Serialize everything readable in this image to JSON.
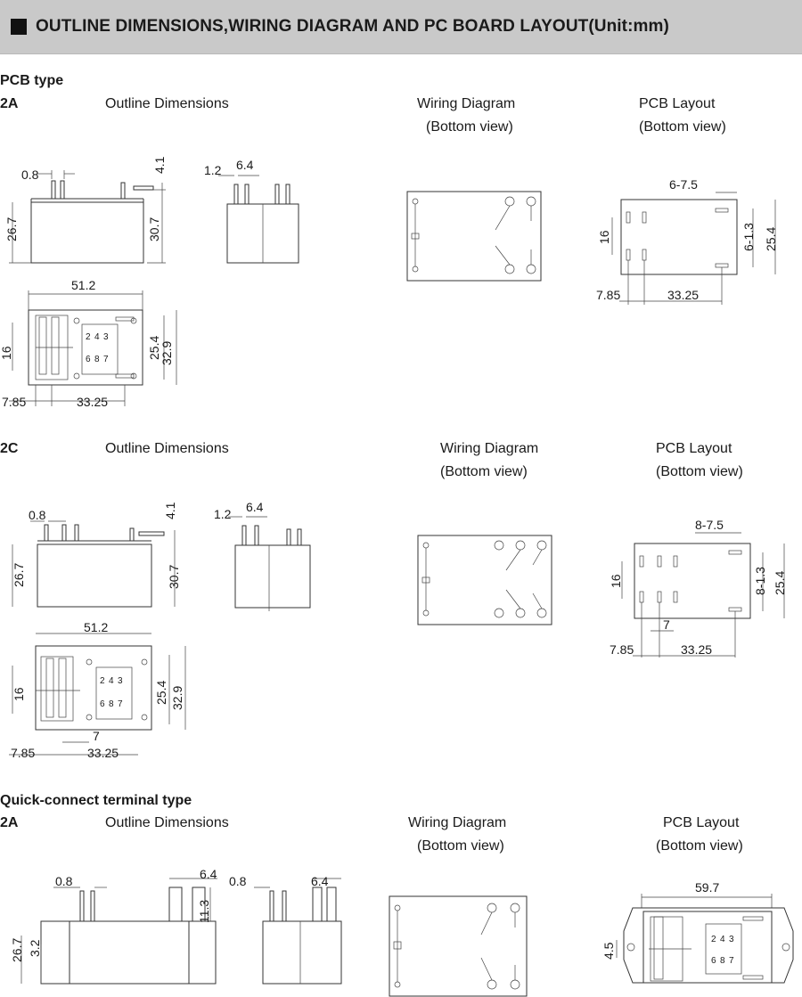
{
  "header": {
    "title": "OUTLINE DIMENSIONS,WIRING DIAGRAM AND PC BOARD LAYOUT(Unit:mm)"
  },
  "sections": [
    {
      "type_label": "PCB type",
      "variant": "2A",
      "outline_label": "Outline Dimensions",
      "wiring_label": "Wiring Diagram",
      "wiring_sub": "(Bottom view)",
      "pcb_label": "PCB Layout",
      "pcb_sub": "(Bottom view)",
      "dims": {
        "pin_w": "0.8",
        "top": "4.1",
        "height": "26.7",
        "height2": "30.7",
        "side_a": "1.2",
        "side_b": "6.4",
        "length": "51.2",
        "row": "16",
        "w1": "25.4",
        "w2": "32.9",
        "x1": "7.85",
        "x2": "33.25"
      },
      "pcb_dims": {
        "holes": "6-7.5",
        "d": "6-1.3",
        "w": "25.4",
        "row": "16",
        "x1": "7.85",
        "x2": "33.25"
      },
      "pin_numbers": [
        "2",
        "4",
        "3",
        "6",
        "8",
        "7"
      ]
    },
    {
      "variant": "2C",
      "outline_label": "Outline Dimensions",
      "wiring_label": "Wiring Diagram",
      "wiring_sub": "(Bottom view)",
      "pcb_label": "PCB Layout",
      "pcb_sub": "(Bottom view)",
      "dims": {
        "pin_w": "0.8",
        "top": "4.1",
        "height": "26.7",
        "height2": "30.7",
        "side_a": "1.2",
        "side_b": "6.4",
        "length": "51.2",
        "row": "16",
        "w1": "25.4",
        "w2": "32.9",
        "x0": "7",
        "x1": "7.85",
        "x2": "33.25"
      },
      "pcb_dims": {
        "holes": "8-7.5",
        "d": "8-1.3",
        "w": "25.4",
        "row": "16",
        "mid": "7",
        "x1": "7.85",
        "x2": "33.25"
      },
      "pin_numbers": [
        "2",
        "4",
        "3",
        "6",
        "8",
        "7"
      ]
    },
    {
      "type_label": "Quick-connect terminal type",
      "variant": "2A",
      "outline_label": "Outline Dimensions",
      "wiring_label": "Wiring Diagram",
      "wiring_sub": "(Bottom view)",
      "pcb_label": "PCB Layout",
      "pcb_sub": "(Bottom view)",
      "dims": {
        "pin_w": "0.8",
        "tab": "6.4",
        "tab_h": "11.3",
        "height": "26.7",
        "base": "3.2",
        "side_a": "0.8",
        "side_b": "6.4"
      },
      "pcb_dims": {
        "length": "59.7",
        "hole": "4.5"
      },
      "pin_numbers": [
        "2",
        "4",
        "3",
        "6",
        "8",
        "7"
      ]
    }
  ]
}
